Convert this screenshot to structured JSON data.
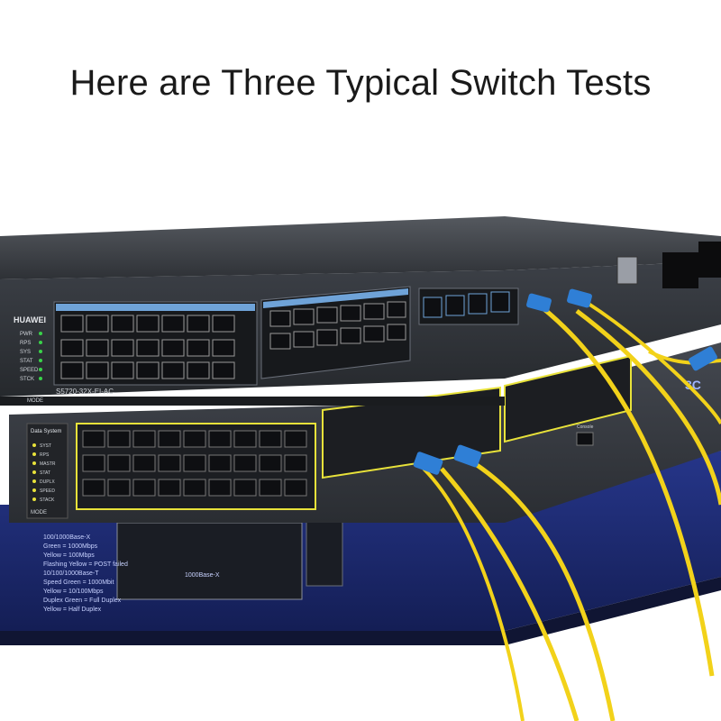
{
  "headline": "Here are Three Typical Switch Tests",
  "top_switch": {
    "brand": "HUAWEI",
    "model": "S5720-32X-EI-AC",
    "leds": [
      "PWR",
      "RPS",
      "SYS",
      "STAT",
      "SPEED",
      "STCK"
    ],
    "mode": "MODE"
  },
  "middle_switch": {
    "panel_title": "Data System",
    "leds": [
      "SYST",
      "RPS",
      "MASTR",
      "STAT",
      "DUPLX",
      "SPEED",
      "STACK"
    ],
    "mode": "MODE",
    "brand_partial": "3C",
    "console_label": "Console"
  },
  "bottom_switch": {
    "legend": [
      "100/1000Base-X",
      "Green = 1000Mbps",
      "Yellow = 100Mbps",
      "Flashing Yellow = POST failed",
      "10/100/1000Base-T",
      "Speed Green = 1000Mbit",
      "Yellow = 10/100Mbps",
      "Duplex Green = Full Duplex",
      "Yellow = Half Duplex"
    ],
    "sfp_label": "1000Base-X"
  },
  "colors": {
    "chassis_dark": "#2a2d32",
    "chassis_face": "#3a3e45",
    "port_highlight_blue": "#6fa3d8",
    "port_highlight_yellow": "#e8e23a",
    "fiber_yellow": "#f2d21a",
    "connector_blue": "#2f7fd6",
    "bottom_panel_blue": "#1c2b6e"
  }
}
